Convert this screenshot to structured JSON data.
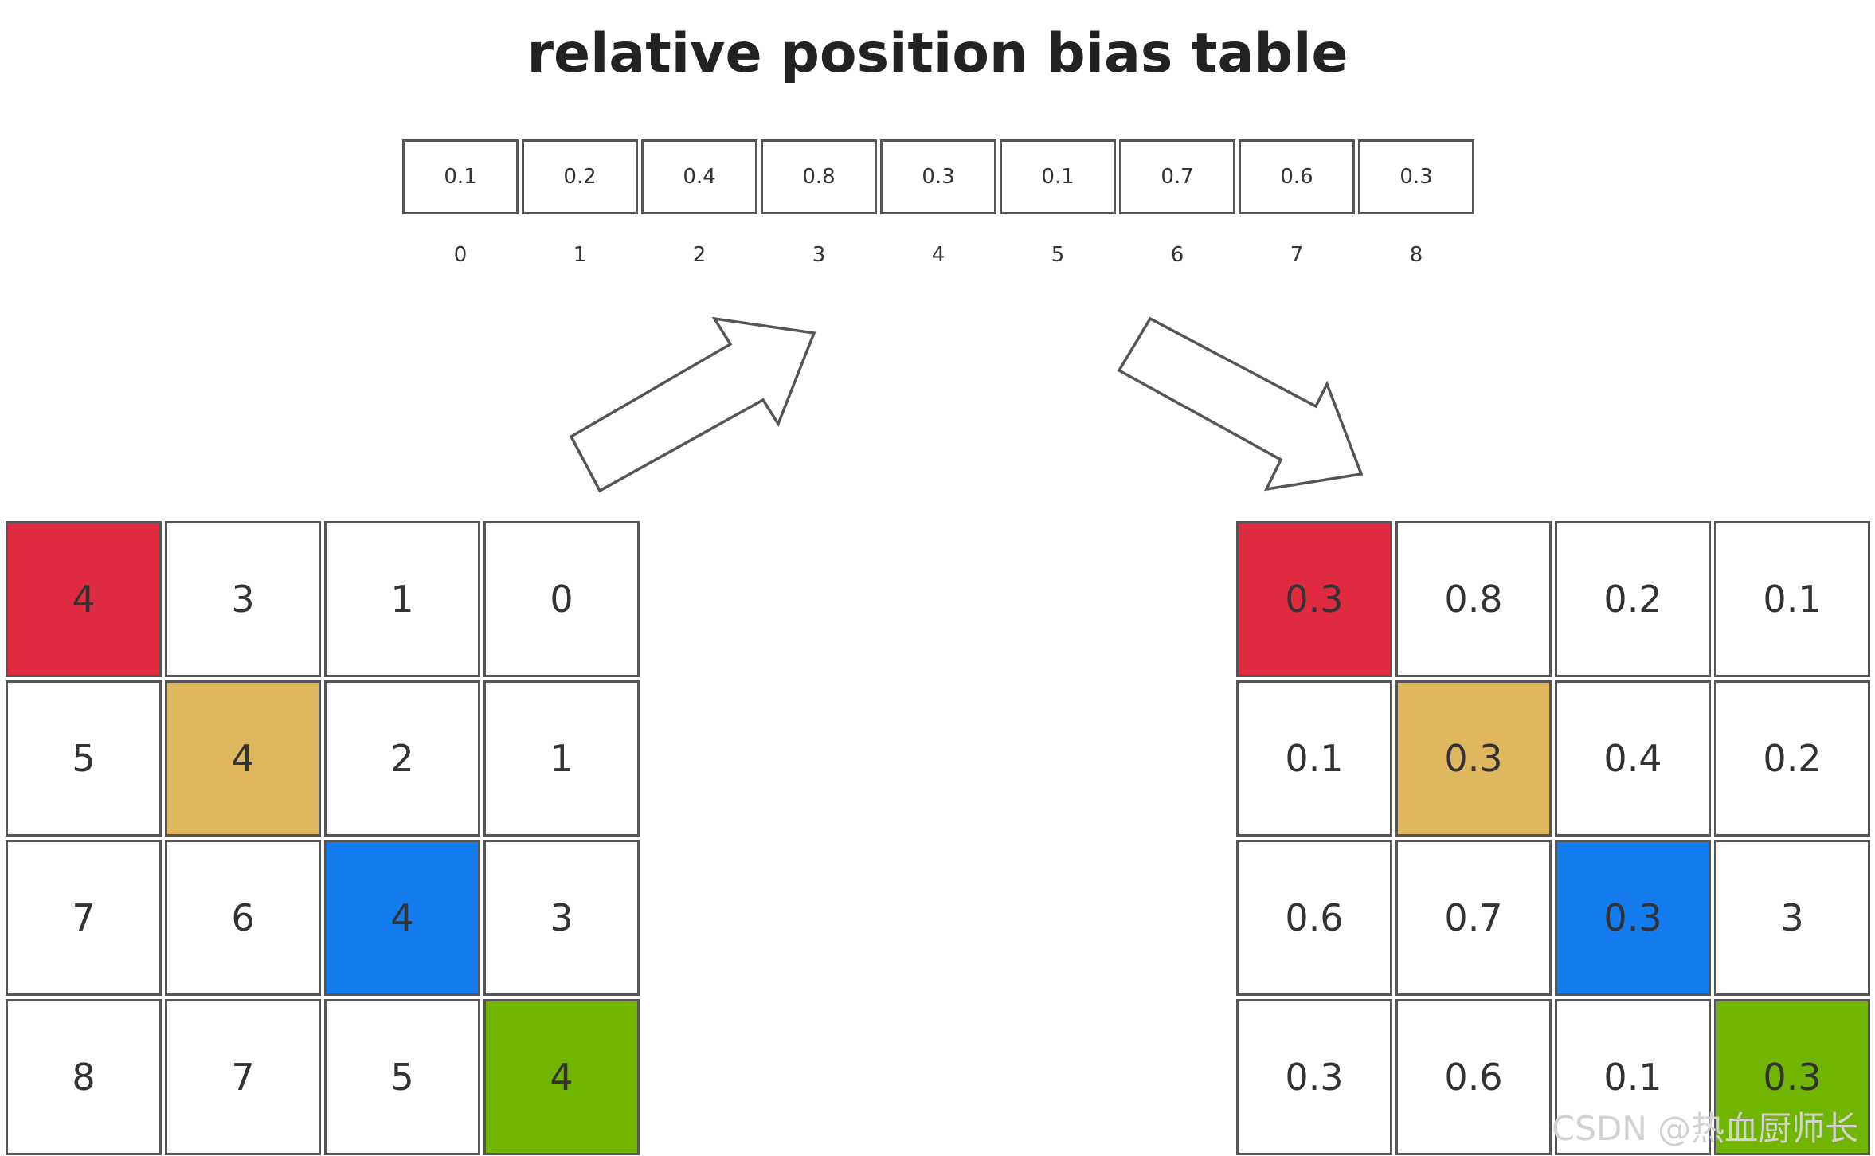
{
  "title": "relative position bias table",
  "colors": {
    "red": "#e02a3f",
    "gold": "#dfb75f",
    "blue": "#137bed",
    "green": "#72b500",
    "border": "#555555"
  },
  "bias_table": {
    "values": [
      "0.1",
      "0.2",
      "0.4",
      "0.8",
      "0.3",
      "0.1",
      "0.7",
      "0.6",
      "0.3"
    ],
    "indices": [
      "0",
      "1",
      "2",
      "3",
      "4",
      "5",
      "6",
      "7",
      "8"
    ]
  },
  "left_grid": [
    [
      "4",
      "3",
      "1",
      "0"
    ],
    [
      "5",
      "4",
      "2",
      "1"
    ],
    [
      "7",
      "6",
      "4",
      "3"
    ],
    [
      "8",
      "7",
      "5",
      "4"
    ]
  ],
  "right_grid": [
    [
      "0.3",
      "0.8",
      "0.2",
      "0.1"
    ],
    [
      "0.1",
      "0.3",
      "0.4",
      "0.2"
    ],
    [
      "0.6",
      "0.7",
      "0.3",
      "3"
    ],
    [
      "0.3",
      "0.6",
      "0.1",
      "0.3"
    ]
  ],
  "diagonal_colors": [
    "red",
    "gold",
    "blue",
    "green"
  ],
  "watermark": "CSDN @热血厨师长"
}
